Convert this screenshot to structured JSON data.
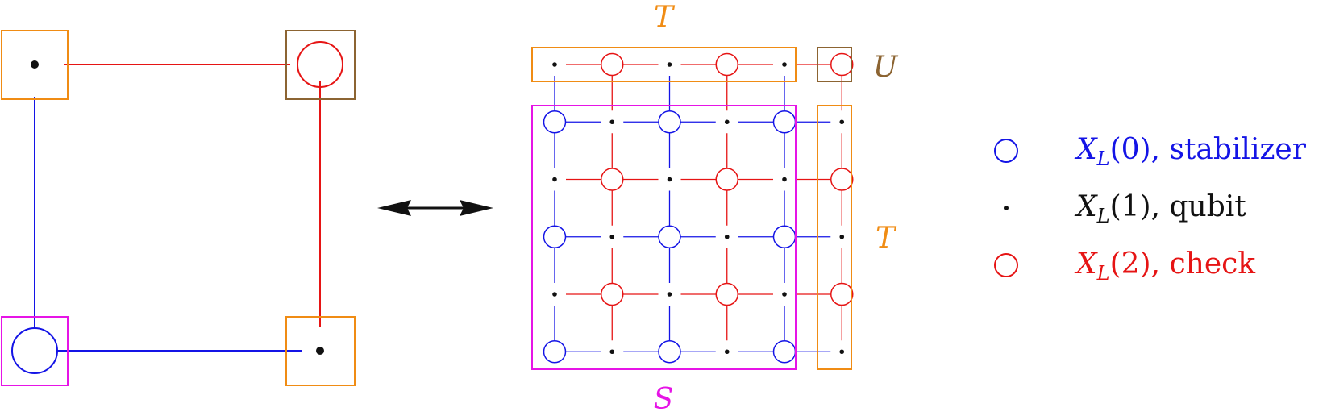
{
  "colors": {
    "blue": "#1414e6",
    "red": "#e61414",
    "black": "#111111",
    "orange": "#f08c14",
    "magenta": "#e614e6",
    "brown": "#8c6432"
  },
  "labels": {
    "t_top": "T",
    "t_right": "T",
    "u": "U",
    "s": "S"
  },
  "legend": [
    {
      "symbol": "circle",
      "color": "blue",
      "var": "X",
      "sub": "L",
      "arg": "(0)",
      "desc": ", stabilizer"
    },
    {
      "symbol": "dot",
      "color": "black",
      "var": "X",
      "sub": "L",
      "arg": "(1)",
      "desc": ", qubit"
    },
    {
      "symbol": "circle",
      "color": "red",
      "var": "X",
      "sub": "L",
      "arg": "(2)",
      "desc": ", check"
    }
  ],
  "lattice": {
    "rows": [
      "dot-red",
      "blue-dot",
      "dot-red",
      "blue-dot",
      "dot-red",
      "blue-dot"
    ],
    "columns": 6
  }
}
